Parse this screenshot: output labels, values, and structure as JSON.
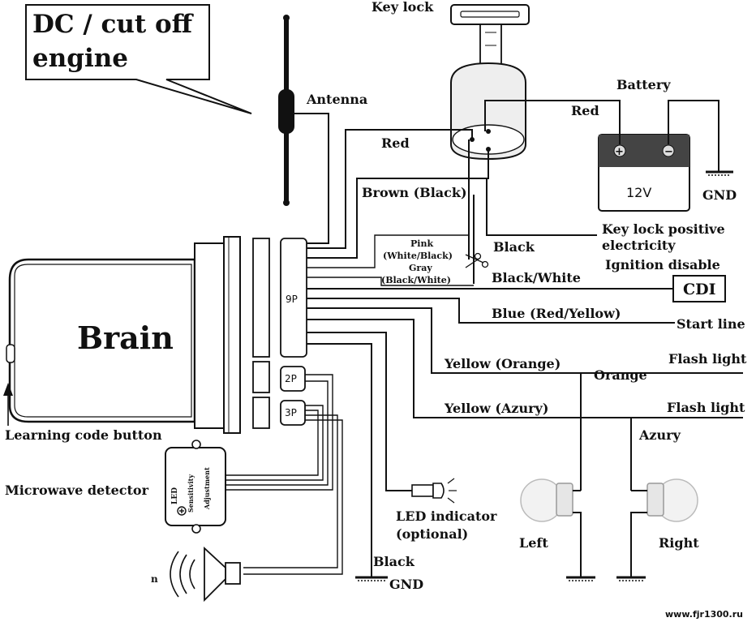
{
  "title_callout": {
    "line1": "DC / cut off",
    "line2": "engine"
  },
  "components": {
    "brain": "Brain",
    "antenna": "Antenna",
    "key_lock": "Key lock",
    "battery": "Battery",
    "battery_voltage": "12V",
    "cdi": "CDI",
    "learning_code_button": "Learning code button",
    "microwave_detector": "Microwave detector",
    "detector_led": "LED",
    "detector_sensitivity": "Sensitivity",
    "detector_adjustment": "Adjustment",
    "led_indicator_line1": "LED indicator",
    "led_indicator_line2": "(optional)",
    "speaker_mark": "n",
    "watermark": "www.fjr1300.ru"
  },
  "connectors": {
    "p9": "9P",
    "p2": "2P",
    "p3": "3P"
  },
  "wire_labels": {
    "red_key": "Red",
    "red_battery": "Red",
    "brown_black": "Brown (Black)",
    "black_key": "Black",
    "key_lock_positive_1": "Key lock positive",
    "key_lock_positive_2": "electricity",
    "ignition_disable": "Ignition disable",
    "pink": "Pink",
    "white_black": "(White/Black)",
    "gray": "Gray",
    "black_white_small": "(Black/White)",
    "black_white": "Black/White",
    "blue_red_yellow": "Blue (Red/Yellow)",
    "start_line": "Start line",
    "yellow_orange": "Yellow (Orange)",
    "flash_light_1": "Flash light",
    "orange": "Orange",
    "yellow_azury": "Yellow (Azury)",
    "flash_light_2": "Flash light",
    "azury": "Azury",
    "left": "Left",
    "right": "Right",
    "black_gnd": "Black",
    "gnd_main": "GND",
    "gnd_battery": "GND",
    "battery_plus": "+",
    "battery_minus": "−"
  },
  "icons": [
    "antenna-icon",
    "key-lock-icon",
    "battery-icon",
    "scissors-icon",
    "led-icon",
    "bulb-icon",
    "speaker-icon",
    "ground-icon",
    "arrow-up-icon"
  ]
}
